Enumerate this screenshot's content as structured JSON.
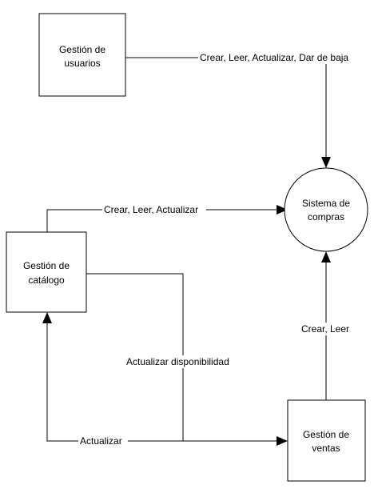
{
  "nodes": {
    "users": {
      "line1": "Gestión de",
      "line2": "usuarios"
    },
    "system": {
      "line1": "Sistema de",
      "line2": "compras"
    },
    "catalog": {
      "line1": "Gestión de",
      "line2": "catálogo"
    },
    "sales": {
      "line1": "Gestión de",
      "line2": "ventas"
    }
  },
  "edges": {
    "users_to_system": "Crear, Leer, Actualizar, Dar de baja",
    "catalog_to_system": "Crear, Leer, Actualizar",
    "sales_to_system": "Crear, Leer",
    "catalog_to_sales": "Actualizar disponibilidad",
    "sales_to_catalog": "Actualizar"
  }
}
